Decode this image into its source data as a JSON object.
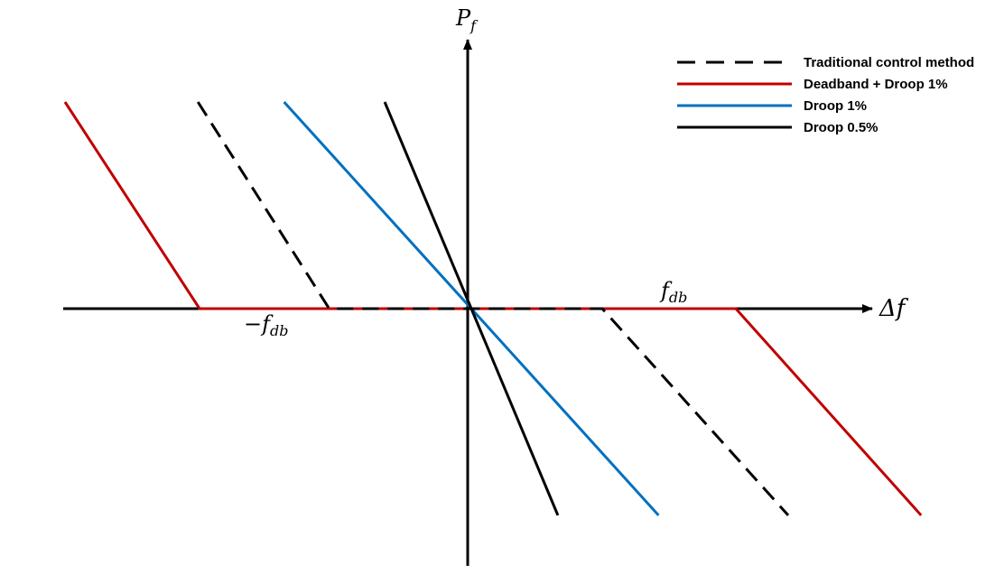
{
  "chart_data": {
    "type": "line",
    "title": "",
    "xlabel": "Δf",
    "ylabel": "P_f",
    "ylabel_main": "P",
    "ylabel_sub": "f",
    "xlim": [
      -5,
      5
    ],
    "ylim": [
      -3,
      3
    ],
    "annotations": {
      "pos_deadband_main": "f",
      "pos_deadband_sub": "db",
      "neg_deadband_main": "−f",
      "neg_deadband_sub": "db"
    },
    "legend_position": "top-right",
    "series": [
      {
        "name": "Traditional control method",
        "style": "dashed",
        "color": "#000000",
        "points": [
          [
            -3.35,
            2.8
          ],
          [
            -1.72,
            0
          ],
          [
            1.67,
            0
          ],
          [
            3.98,
            -2.8
          ]
        ]
      },
      {
        "name": "Deadband + Droop 1%",
        "style": "solid",
        "color": "#C00000",
        "points": [
          [
            -5.0,
            2.8
          ],
          [
            -3.33,
            0
          ],
          [
            3.33,
            0
          ],
          [
            5.63,
            -2.8
          ]
        ]
      },
      {
        "name": "Droop 1%",
        "style": "solid",
        "color": "#0070C0",
        "points": [
          [
            -2.28,
            2.8
          ],
          [
            2.37,
            -2.8
          ]
        ]
      },
      {
        "name": "Droop 0.5%",
        "style": "solid",
        "color": "#000000",
        "points": [
          [
            -1.03,
            2.8
          ],
          [
            1.12,
            -2.8
          ]
        ]
      }
    ]
  }
}
